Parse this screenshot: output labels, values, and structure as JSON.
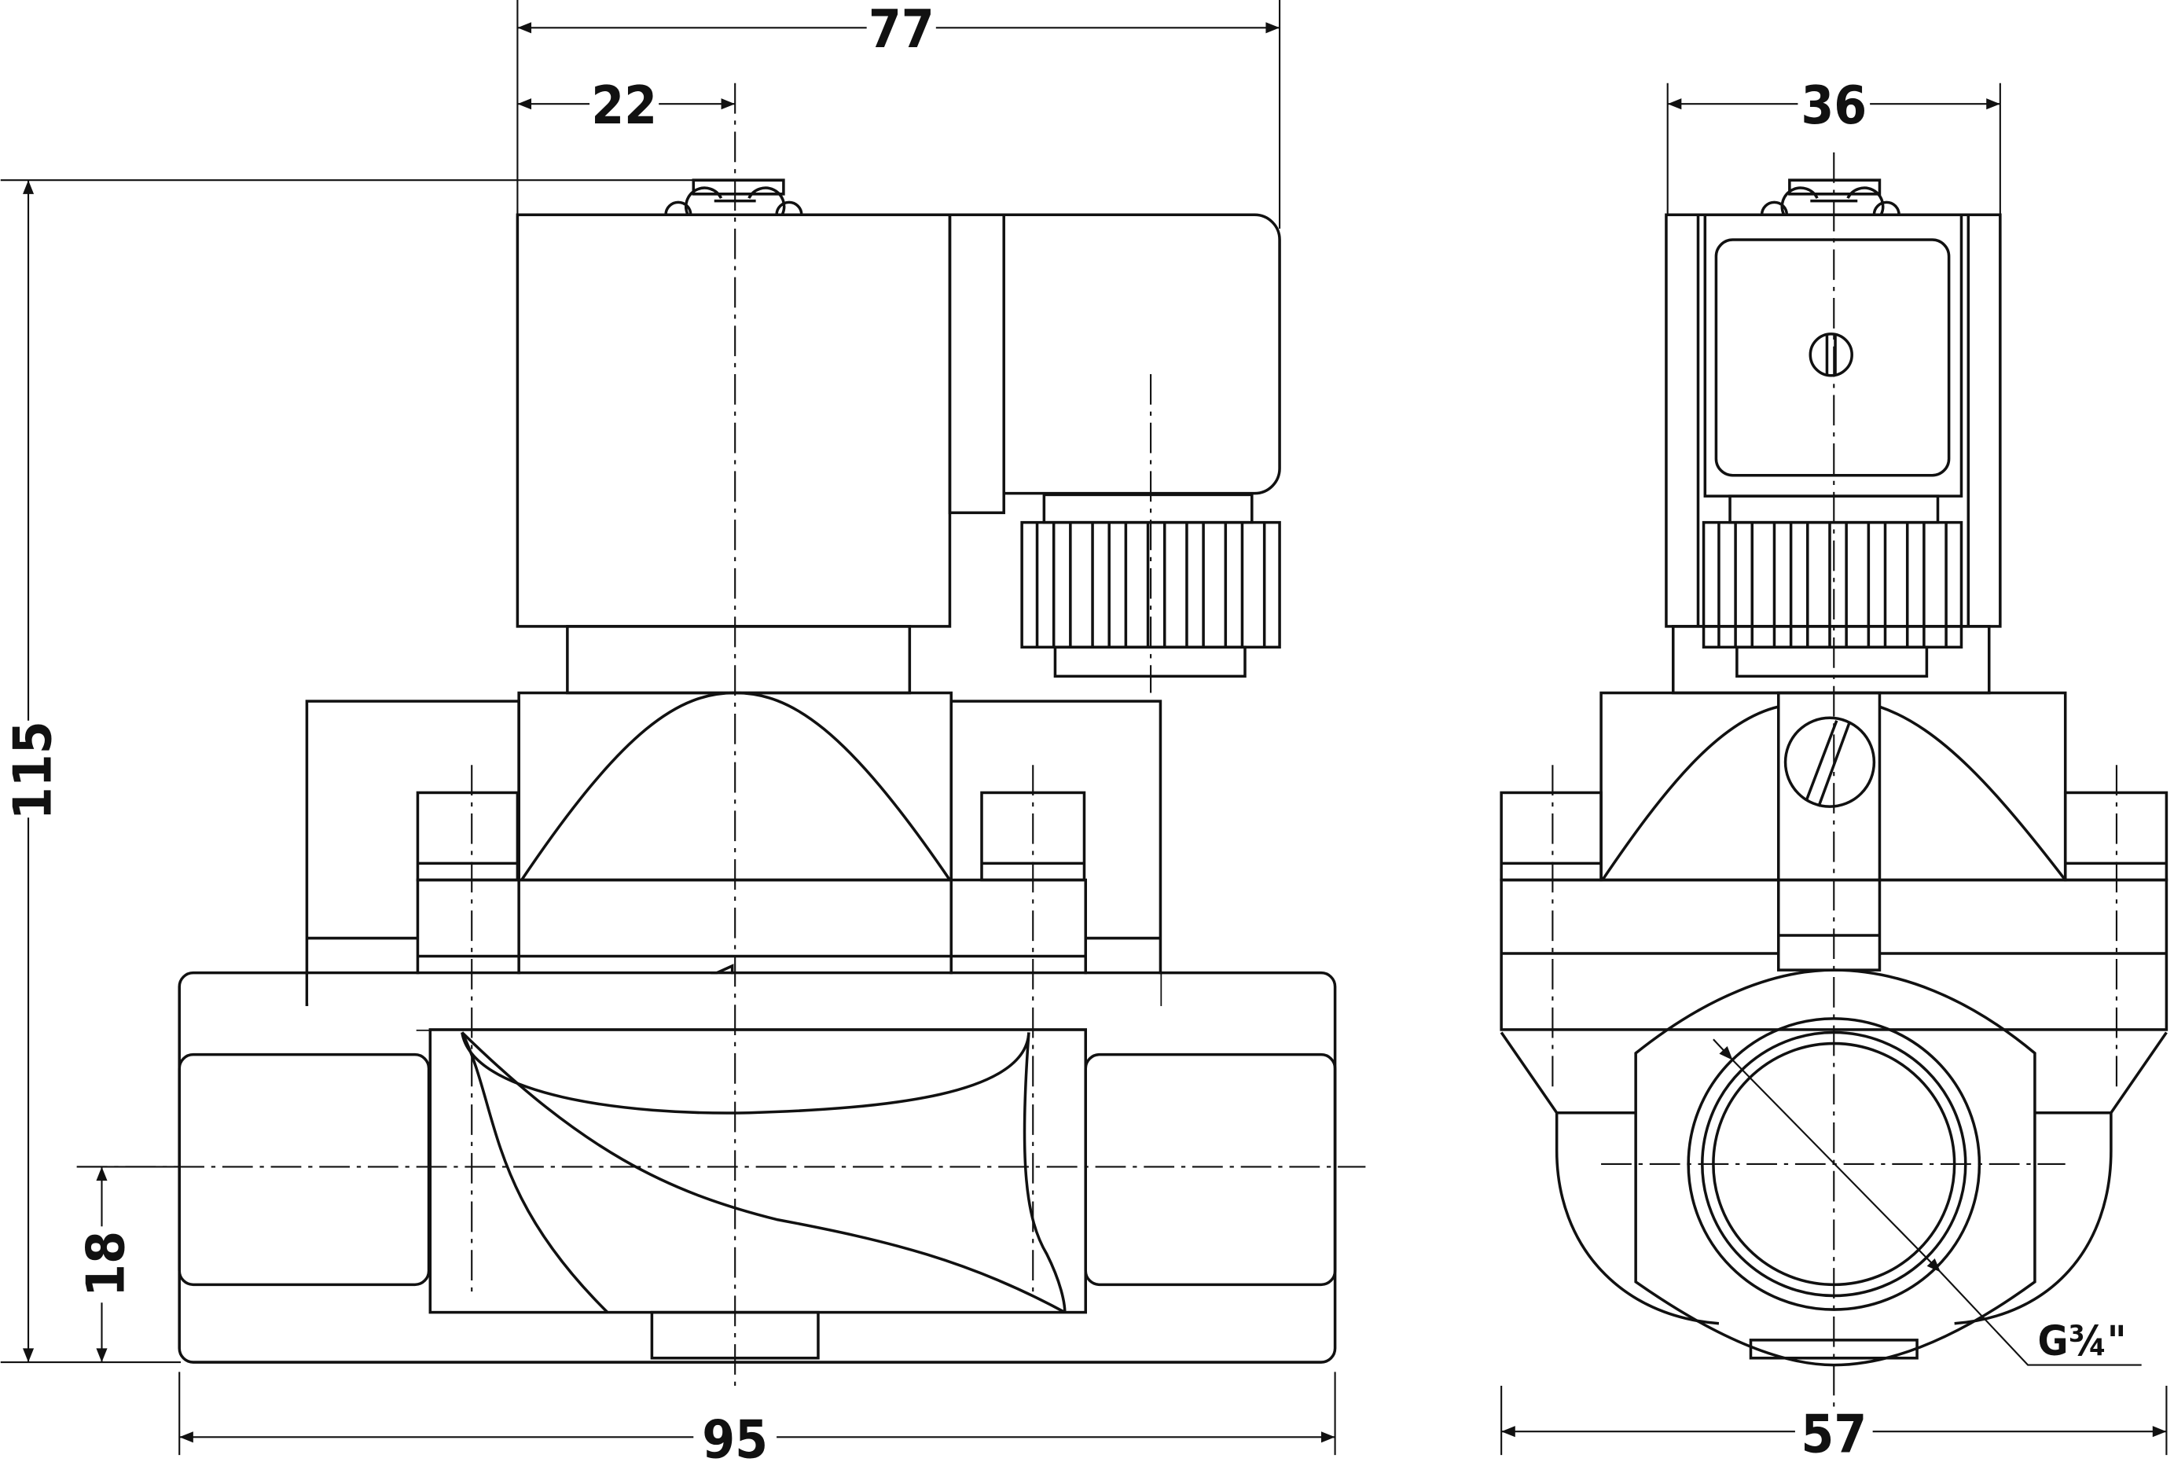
{
  "title": "Solenoid valve dimensional drawing",
  "dimensions": {
    "front_overall_height": "115",
    "front_coil_width": "77",
    "front_center_offset": "22",
    "front_body_length": "95",
    "front_axis_height": "18",
    "side_coil_width": "36",
    "side_body_width": "57",
    "thread": "G¾\""
  }
}
